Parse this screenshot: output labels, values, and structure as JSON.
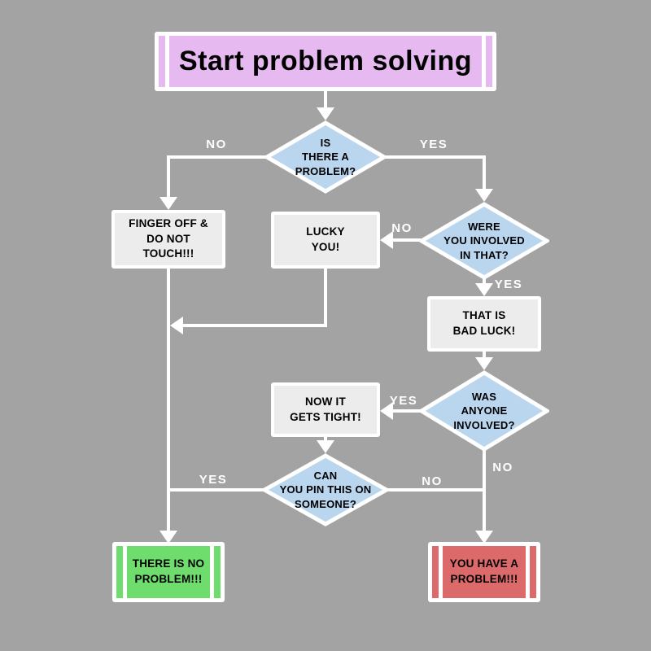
{
  "canvas": {
    "bg": "#a3a3a3",
    "line_color": "#ffffff",
    "text_color": "#000000",
    "edge_label_color": "#ffffff"
  },
  "title": {
    "label": "Start problem solving",
    "fill": "#e7b9f1"
  },
  "nodes": {
    "q_problem": {
      "type": "decision",
      "label": "IS\nTHERE A\nPROBLEM?",
      "fill": "#b9d6ee"
    },
    "finger_off": {
      "type": "process",
      "label": "FINGER OFF &\nDO NOT\nTOUCH!!!",
      "fill": "#ececec"
    },
    "lucky_you": {
      "type": "process",
      "label": "LUCKY\nYOU!",
      "fill": "#ececec"
    },
    "q_involved": {
      "type": "decision",
      "label": "WERE\nYOU INVOLVED\nIN THAT?",
      "fill": "#b9d6ee"
    },
    "bad_luck": {
      "type": "process",
      "label": "THAT IS\nBAD LUCK!",
      "fill": "#ececec"
    },
    "q_anyone": {
      "type": "decision",
      "label": "WAS\nANYONE\nINVOLVED?",
      "fill": "#b9d6ee"
    },
    "gets_tight": {
      "type": "process",
      "label": "NOW IT\nGETS TIGHT!",
      "fill": "#ececec"
    },
    "q_pin": {
      "type": "decision",
      "label": "CAN\nYOU PIN THIS ON\nSOMEONE?",
      "fill": "#b9d6ee"
    },
    "no_problem": {
      "type": "terminal",
      "label": "THERE IS NO\nPROBLEM!!!",
      "fill": "#6edd6e"
    },
    "have_problem": {
      "type": "terminal",
      "label": "YOU HAVE A\nPROBLEM!!!",
      "fill": "#dc6a6a"
    }
  },
  "edge_labels": {
    "problem_no": "NO",
    "problem_yes": "YES",
    "involved_no": "NO",
    "involved_yes": "YES",
    "anyone_yes": "YES",
    "anyone_no": "NO",
    "pin_yes": "YES",
    "pin_no": "NO"
  }
}
